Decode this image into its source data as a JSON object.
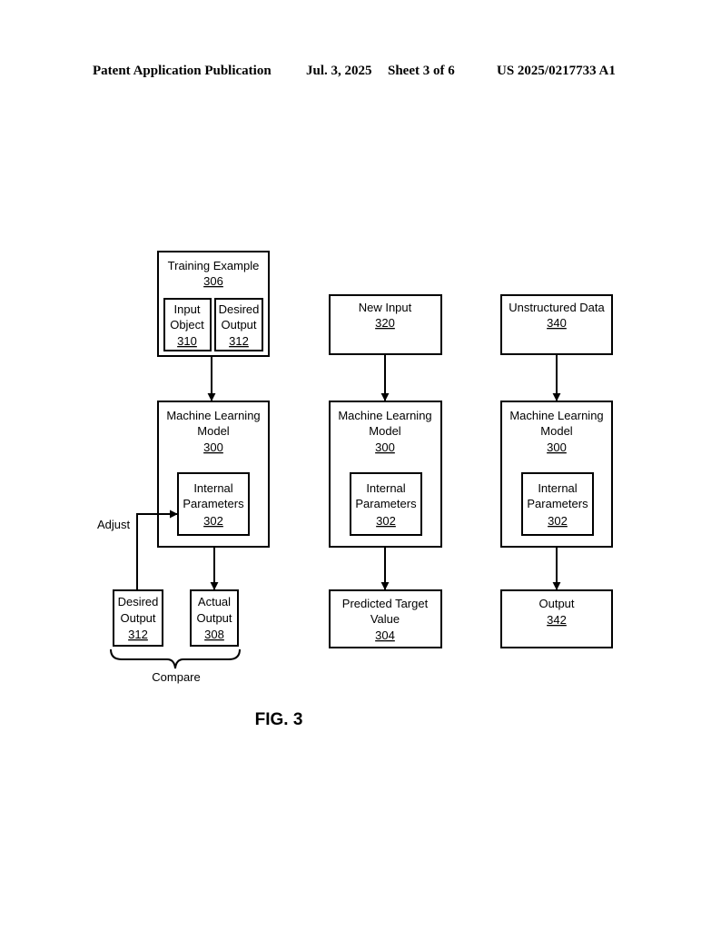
{
  "header": {
    "publication": "Patent Application Publication",
    "date": "Jul. 3, 2025",
    "sheet": "Sheet 3 of 6",
    "number": "US 2025/0217733 A1"
  },
  "diagram": {
    "training_example": {
      "label": "Training Example",
      "ref": "306"
    },
    "input_object": {
      "line1": "Input",
      "line2": "Object",
      "ref": "310"
    },
    "desired_output_inner": {
      "line1": "Desired",
      "line2": "Output",
      "ref": "312"
    },
    "model_1": {
      "line1": "Machine Learning",
      "line2": "Model",
      "ref": "300"
    },
    "params_1": {
      "line1": "Internal",
      "line2": "Parameters",
      "ref": "302"
    },
    "adjust_label": "Adjust",
    "desired_output_bottom": {
      "line1": "Desired",
      "line2": "Output",
      "ref": "312"
    },
    "actual_output": {
      "line1": "Actual",
      "line2": "Output",
      "ref": "308"
    },
    "compare_label": "Compare",
    "new_input": {
      "label": "New Input",
      "ref": "320"
    },
    "model_2": {
      "line1": "Machine Learning",
      "line2": "Model",
      "ref": "300"
    },
    "params_2": {
      "line1": "Internal",
      "line2": "Parameters",
      "ref": "302"
    },
    "predicted": {
      "line1": "Predicted Target",
      "line2": "Value",
      "ref": "304"
    },
    "unstructured": {
      "label": "Unstructured Data",
      "ref": "340"
    },
    "model_3": {
      "line1": "Machine Learning",
      "line2": "Model",
      "ref": "300"
    },
    "params_3": {
      "line1": "Internal",
      "line2": "Parameters",
      "ref": "302"
    },
    "output": {
      "label": "Output",
      "ref": "342"
    },
    "figure_label": "FIG. 3"
  }
}
